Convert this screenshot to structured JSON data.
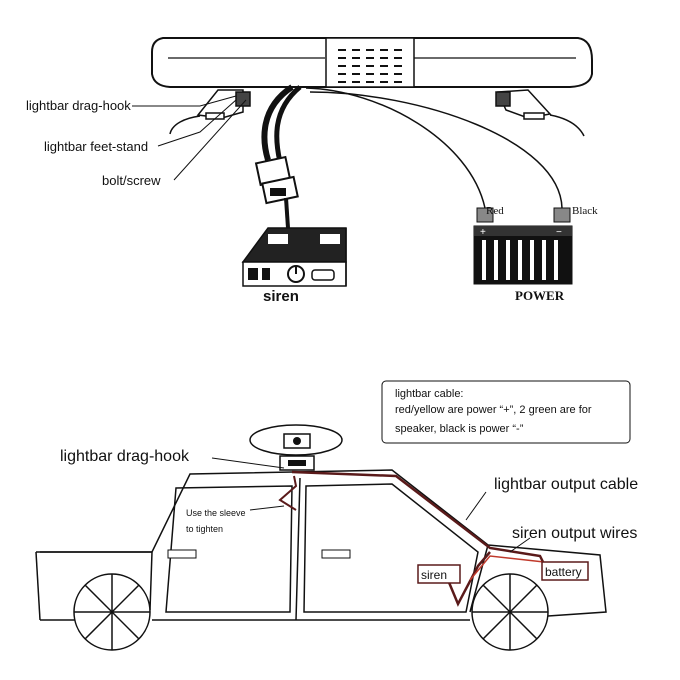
{
  "top_diagram": {
    "labels": {
      "drag_hook": "lightbar drag-hook",
      "feet_stand": "lightbar feet-stand",
      "bolt": "bolt/screw",
      "siren": "siren",
      "red": "Red",
      "black": "Black",
      "power": "POWER",
      "plus": "+",
      "minus": "−"
    }
  },
  "car_diagram": {
    "info_box": {
      "line1": "lightbar cable:",
      "line2": "red/yellow are power “+”, 2 green are for",
      "line3": "speaker, black is power “-”"
    },
    "labels": {
      "drag_hook": "lightbar drag-hook",
      "output_cable": "lightbar output cable",
      "siren_wires": "siren output wires",
      "sleeve_line1": "Use the sleeve",
      "sleeve_line2": "to tighten",
      "siren_box": "siren",
      "battery_box": "battery"
    }
  },
  "colors": {
    "line": "#111111",
    "cable": "#5a1a1a",
    "red_wire": "#c0392b"
  }
}
